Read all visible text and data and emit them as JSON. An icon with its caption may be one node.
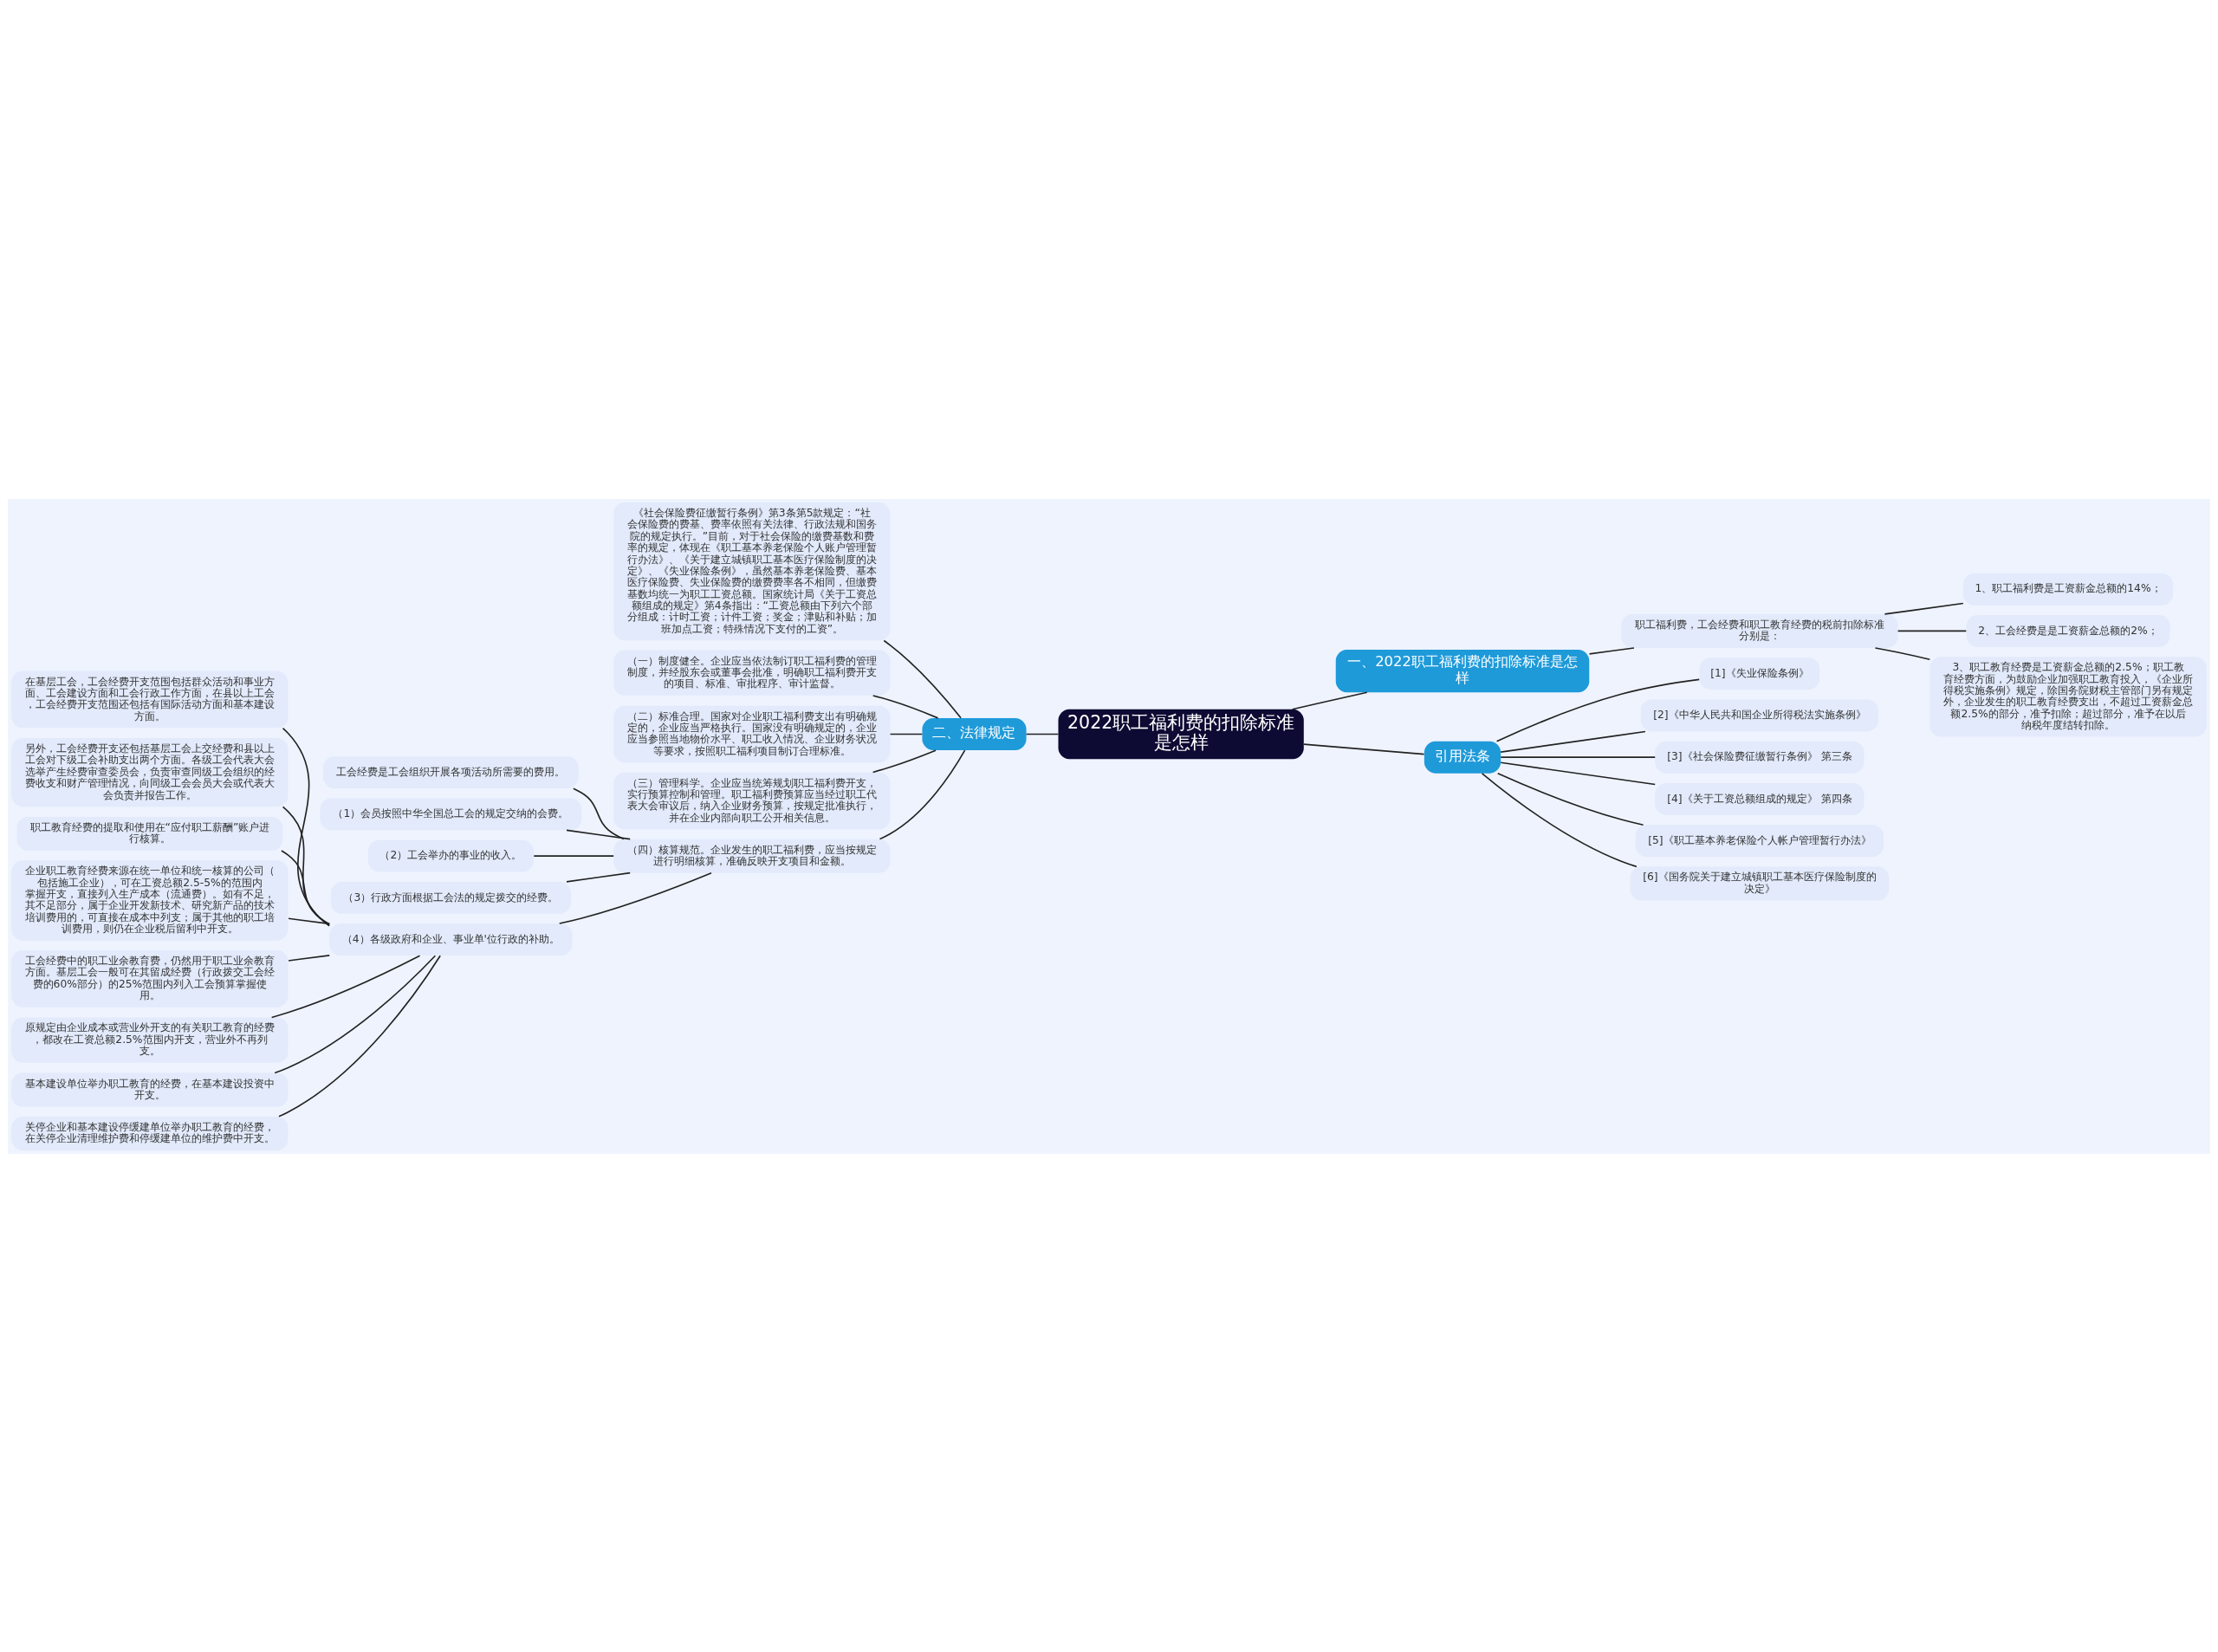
{
  "diagram": {
    "nodes": [
      {
        "text": [
          "2022职工福利费的扣除标准是怎样"
        ]
      },
      {
        "text": [
          "一、2022职工福利费的扣除标准是怎样"
        ]
      },
      {
        "text": [
          "职工福利费，工会经费和职工教育经费的税前扣除标准分别是："
        ]
      },
      {
        "text": [
          "1、职工福利费是工资薪金总额的14%；"
        ]
      },
      {
        "text": [
          "2、工会经费是是工资薪金总额的2%；"
        ]
      },
      {
        "text": [
          "3、职工教育经费是工资薪金总额的2.5%；职工教育经费方面，为鼓励企业加强职工教育投入，《企业所得税实施条例》规定，除国务院财税主管部门另有规定外，企业发生的职工教育经费支出，不超过工资薪金总额2.5%的部分，准予扣除；超过部分，准予在以后纳税年度结转扣除。"
        ]
      },
      {
        "text": [
          "引用法条"
        ]
      },
      {
        "text": [
          "[1]《失业保险条例》"
        ]
      },
      {
        "text": [
          "[2]《中华人民共和国企业所得税法实施条例》"
        ]
      },
      {
        "text": [
          "[3]《社会保险费征缴暂行条例》 第三条"
        ]
      },
      {
        "text": [
          "[4]《关于工资总额组成的规定》 第四条"
        ]
      },
      {
        "text": [
          "[5]《职工基本养老保险个人帐户管理暂行办法》"
        ]
      },
      {
        "text": [
          "[6]《国务院关于建立城镇职工基本医疗保险制度的决定》"
        ]
      },
      {
        "text": [
          "二、法律规定"
        ]
      },
      {
        "text": [
          "《社会保险费征缴暂行条例》第3条第5款规定：“社会保险费的费基、费率依照有关法律、行政法规和国务院的规定执行。”目前，对于社会保险的缴费基数和费率的规定，体现在《职工基本养老保险个人账户管理暂行办法》、《关于建立城镇职工基本医疗保险制度的决定》、《失业保险条例》，虽然基本养老保险费、基本医疗保险费、失业保险费的缴费费率各不相同，但缴费基数均统一为职工工资总额。国家统计局《关于工资总额组成的规定》第4条指出：“工资总额由下列六个部分组成：计时工资；计件工资；奖金；津贴和补贴；加班加点工资；特殊情况下支付的工资”。"
        ]
      },
      {
        "text": [
          "（一）制度健全。企业应当依法制订职工福利费的管理制度，并经股东会或董事会批准，明确职工福利费开支的项目、标准、审批程序、审计监督。"
        ]
      },
      {
        "text": [
          "（二）标准合理。国家对企业职工福利费支出有明确规定的，企业应当严格执行。国家没有明确规定的，企业应当参照当地物价水平、职工收入情况、企业财务状况等要求，按照职工福利项目制订合理标准。"
        ]
      },
      {
        "text": [
          "（三）管理科学。企业应当统筹规划职工福利费开支，实行预算控制和管理。职工福利费预算应当经过职工代表大会审议后，纳入企业财务预算，按规定批准执行，并在企业内部向职工公开相关信息。"
        ]
      },
      {
        "text": [
          "（四）核算规范。企业发生的职工福利费，应当按规定进行明细核算，准确反映开支项目和金额。"
        ]
      },
      {
        "text": [
          "工会经费是工会组织开展各项活动所需要的费用。"
        ]
      },
      {
        "text": [
          "（1）会员按照中华全国总工会的规定交纳的会费。"
        ]
      },
      {
        "text": [
          "（2）工会举办的事业的收入。"
        ]
      },
      {
        "text": [
          "（3）行政方面根据工会法的规定拨交的经费。"
        ]
      },
      {
        "text": [
          "（4）各级政府和企业、事业单'位行政的补助。"
        ]
      },
      {
        "text": [
          "在基层工会，工会经费开支范围包括群众活动和事业方面、工会建设方面和工会行政工作方面，在县以上工会，工会经费开支范围还包括有国际活动方面和基本建设方面。"
        ]
      },
      {
        "text": [
          "另外，工会经费开支还包括基层工会上交经费和县以上工会对下级工会补助支出两个方面。各级工会代表大会选举产生经费审查委员会，负责审查同级工会组织的经费收支和财产管理情况，向同级工会会员大会或代表大会负责并报告工作。"
        ]
      },
      {
        "text": [
          "职工教育经费的提取和使用在“应付职工薪酬”账户进行核算。"
        ]
      },
      {
        "text": [
          "企业职工教育经费来源在统一单位和统一核算的公司（包括施工企业），可在工资总额2.5-5%的范围内掌握开支，直接列入生产成本（流通费）。如有不足，其不足部分，属于企业开发新技术、研究新产品的技术培训费用的，可直接在成本中列支；属于其他的职工培训费用，则仍在企业税后留利中开支。"
        ]
      },
      {
        "text": [
          "工会经费中的职工业余教育费，仍然用于职工业余教育方面。基层工会一般可在其留成经费（行政拨交工会经费的60%部分）的25%范围内列入工会预算掌握使用。"
        ]
      },
      {
        "text": [
          "原规定由企业成本或营业外开支的有关职工教育的经费，都改在工资总额2.5%范围内开支，营业外不再列支。"
        ]
      },
      {
        "text": [
          "基本建设单位举办职工教育的经费，在基本建设投资中开支。"
        ]
      },
      {
        "text": [
          "关停企业和基本建设停缓建单位举办职工教育的经费，在关停企业清理维护费和停缓建单位的维护费中开支。"
        ]
      }
    ],
    "edges": [
      {
        "from": 0,
        "to": 1,
        "arrow": "none"
      },
      {
        "from": 1,
        "to": 2,
        "arrow": "none"
      },
      {
        "from": 2,
        "to": 3,
        "arrow": "none"
      },
      {
        "from": 2,
        "to": 4,
        "arrow": "none"
      },
      {
        "from": 2,
        "to": 5,
        "arrow": "none"
      },
      {
        "from": 0,
        "to": 6,
        "arrow": "none"
      },
      {
        "from": 6,
        "to": 7,
        "arrow": "none"
      },
      {
        "from": 6,
        "to": 8,
        "arrow": "none"
      },
      {
        "from": 6,
        "to": 9,
        "arrow": "none"
      },
      {
        "from": 6,
        "to": 10,
        "arrow": "none"
      },
      {
        "from": 6,
        "to": 11,
        "arrow": "none"
      },
      {
        "from": 6,
        "to": 12,
        "arrow": "none"
      },
      {
        "from": 0,
        "to": 13,
        "arrow": "none"
      },
      {
        "from": 13,
        "to": 14,
        "arrow": "none"
      },
      {
        "from": 13,
        "to": 15,
        "arrow": "none"
      },
      {
        "from": 13,
        "to": 16,
        "arrow": "none"
      },
      {
        "from": 13,
        "to": 17,
        "arrow": "none"
      },
      {
        "from": 13,
        "to": 18,
        "arrow": "none"
      },
      {
        "from": 18,
        "to": 19,
        "arrow": "none"
      },
      {
        "from": 18,
        "to": 20,
        "arrow": "none"
      },
      {
        "from": 18,
        "to": 21,
        "arrow": "none"
      },
      {
        "from": 18,
        "to": 22,
        "arrow": "none"
      },
      {
        "from": 18,
        "to": 23,
        "arrow": "none"
      },
      {
        "from": 23,
        "to": 24,
        "arrow": "none"
      },
      {
        "from": 23,
        "to": 25,
        "arrow": "none"
      },
      {
        "from": 23,
        "to": 26,
        "arrow": "none"
      },
      {
        "from": 23,
        "to": 27,
        "arrow": "none"
      },
      {
        "from": 23,
        "to": 28,
        "arrow": "none"
      },
      {
        "from": 23,
        "to": 29,
        "arrow": "none"
      },
      {
        "from": 23,
        "to": 30,
        "arrow": "none"
      },
      {
        "from": 23,
        "to": 31,
        "arrow": "none"
      }
    ]
  }
}
